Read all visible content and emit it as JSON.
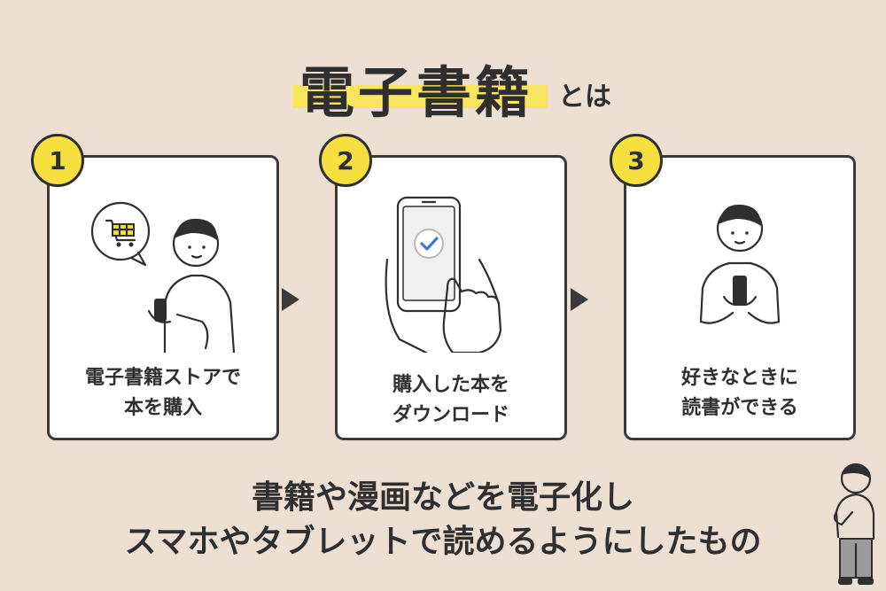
{
  "header": {
    "title": "電子書籍",
    "suffix": "とは"
  },
  "steps": [
    {
      "number": "1",
      "line1": "電子書籍ストアで",
      "line2": "本を購入"
    },
    {
      "number": "2",
      "line1": "購入した本を",
      "line2": "ダウンロード"
    },
    {
      "number": "3",
      "line1": "好きなときに",
      "line2": "読書ができる"
    }
  ],
  "summary": {
    "line1": "書籍や漫画などを電子化し",
    "line2": "スマホやタブレットで読めるようにしたもの"
  },
  "colors": {
    "background": "#ede0d3",
    "accent_yellow": "#f5e03f",
    "highlight": "#f7e45f",
    "ink": "#2f2f2f"
  }
}
